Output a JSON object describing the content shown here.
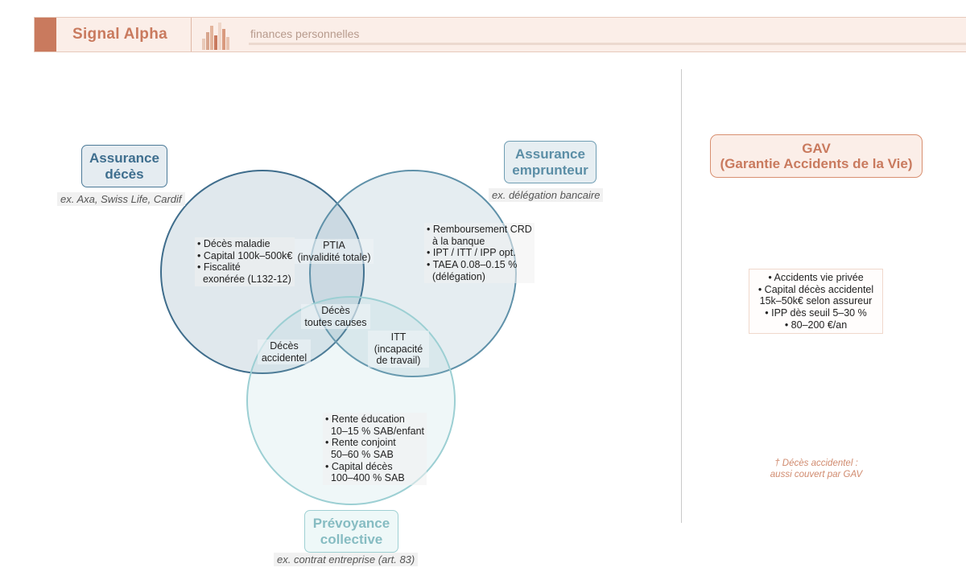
{
  "header": {
    "brand": "Signal Alpha",
    "subtitle": "finances personnelles",
    "logo_icon": "bar-chart-logo"
  },
  "colors": {
    "accent": "#c97a5e",
    "set_a": "#3f6d8c",
    "set_b": "#5f91a9",
    "set_c": "#9ccfd3"
  },
  "diagram": {
    "sets": {
      "a": {
        "label": "Assurance décès",
        "example": "ex. Axa, Swiss Life, Cardif"
      },
      "b": {
        "label": "Assurance emprunteur",
        "example": "ex. délégation bancaire"
      },
      "c": {
        "label": "Prévoyance collective",
        "example": "ex. contrat entreprise (art. 83)"
      }
    },
    "regions": {
      "a_only": [
        "• Décès maladie",
        "• Capital 100k–500k€",
        "• Fiscalité",
        "  exonérée (L132-12)"
      ],
      "b_only": [
        "• Remboursement CRD",
        "  à la banque",
        "• IPT / ITT / IPP opt.",
        "• TAEA 0.08–0.15 %",
        "  (délégation)"
      ],
      "c_only": [
        "• Rente éducation",
        "  10–15 % SAB/enfant",
        "• Rente conjoint",
        "  50–60 % SAB",
        "• Capital décès",
        "  100–400 % SAB"
      ],
      "ab": [
        "PTIA",
        "(invalidité totale)"
      ],
      "ac": [
        "Décès",
        "accidentel"
      ],
      "bc": [
        "ITT",
        "(incapacité",
        "de travail)"
      ],
      "abc": [
        "Décès",
        "toutes causes"
      ]
    }
  },
  "gav": {
    "title_line1": "GAV",
    "title_line2": "(Garantie Accidents de la Vie)",
    "items": [
      "• Accidents vie privée",
      "• Capital décès accidentel",
      "15k–50k€ selon assureur",
      "• IPP dès seuil 5–30 %",
      "• 80–200 €/an"
    ],
    "footnote_line1": "† Décès accidentel :",
    "footnote_line2": "aussi couvert par GAV"
  }
}
